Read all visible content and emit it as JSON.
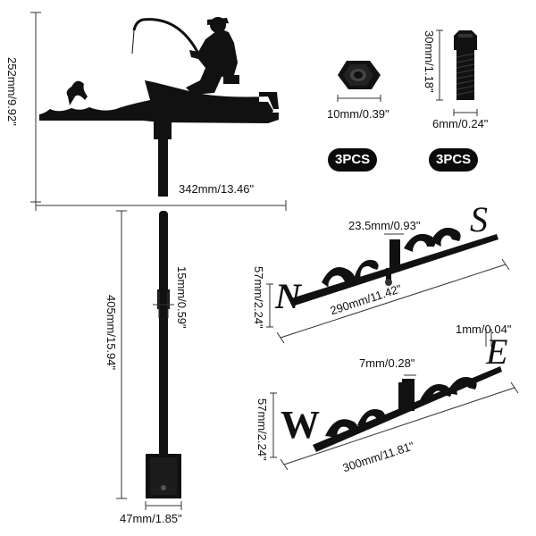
{
  "weathervane_top": {
    "height_label": "252mm/9.92\"",
    "width_label": "342mm/13.46\""
  },
  "nut": {
    "size_label": "10mm/0.39\"",
    "qty_label": "3PCS"
  },
  "bolt": {
    "length_label": "30mm/1.18\"",
    "diameter_label": "6mm/0.24\"",
    "qty_label": "3PCS"
  },
  "pole": {
    "height_label": "405mm/15.94\"",
    "diameter_label": "15mm/0.59\"",
    "base_width_label": "47mm/1.85\""
  },
  "ns_arrow": {
    "height_label": "57mm/2.24\"",
    "length_label": "290mm/11.42\"",
    "hub_label": "23.5mm/0.93\"",
    "north_letter": "N",
    "south_letter": "S"
  },
  "we_arrow": {
    "height_label": "57mm/2.24\"",
    "length_label": "300mm/11.81\"",
    "hub_label": "7mm/0.28\"",
    "thickness_label": "1mm/0.04\"",
    "west_letter": "W",
    "east_letter": "E"
  },
  "colors": {
    "metal": "#111111",
    "dimension_line": "#333333",
    "badge_background": "#0b0b0b",
    "badge_text": "#ffffff"
  }
}
